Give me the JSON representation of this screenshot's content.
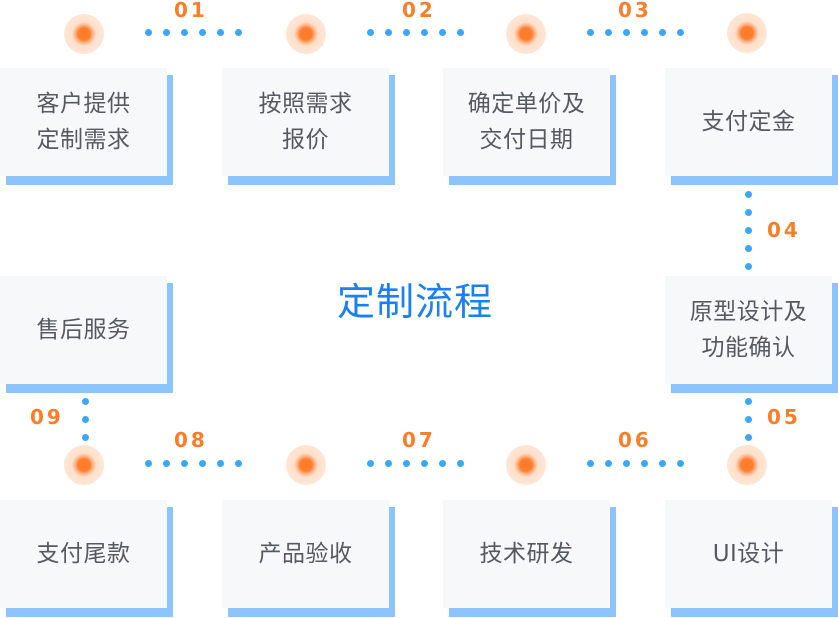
{
  "title": "定制流程",
  "colors": {
    "accent_blue": "#1a80f4",
    "dot_blue": "#3aa7f7",
    "node_orange": "#fc7a25",
    "step_orange": "#f97e2a",
    "box_bg": "#f7f8fa",
    "box_shadow": "#8cc4fb"
  },
  "steps": [
    {
      "id": "step-1",
      "label": "客户提供\n定制需求",
      "line1": "客户提供",
      "line2": "定制需求"
    },
    {
      "id": "step-2",
      "label": "按照需求报价",
      "line1": "按照需求",
      "line2": "报价"
    },
    {
      "id": "step-3",
      "label": "确定单价及交付日期",
      "line1": "确定单价及",
      "line2": "交付日期"
    },
    {
      "id": "step-4",
      "label": "支付定金",
      "line1": "支付定金",
      "line2": ""
    },
    {
      "id": "step-5",
      "label": "原型设计及功能确认",
      "line1": "原型设计及",
      "line2": "功能确认"
    },
    {
      "id": "step-6",
      "label": "UI设计",
      "line1": "UI设计",
      "line2": ""
    },
    {
      "id": "step-7",
      "label": "技术研发",
      "line1": "技术研发",
      "line2": ""
    },
    {
      "id": "step-8",
      "label": "产品验收",
      "line1": "产品验收",
      "line2": ""
    },
    {
      "id": "step-9",
      "label": "支付尾款",
      "line1": "支付尾款",
      "line2": ""
    },
    {
      "id": "step-10",
      "label": "售后服务",
      "line1": "售后服务",
      "line2": ""
    }
  ],
  "connectors": [
    "01",
    "02",
    "03",
    "04",
    "05",
    "06",
    "07",
    "08",
    "09"
  ]
}
